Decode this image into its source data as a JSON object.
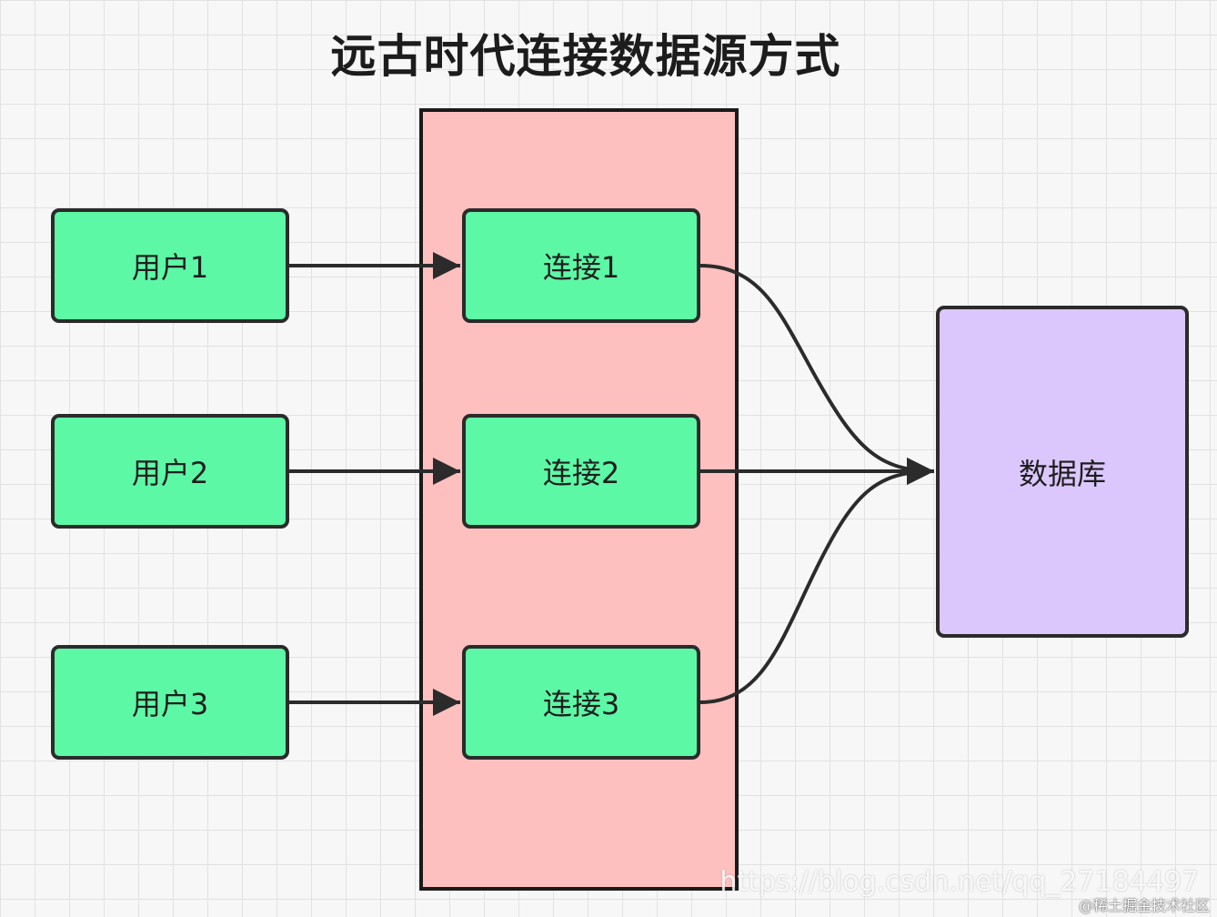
{
  "title": "远古时代连接数据源方式",
  "users": [
    "用户1",
    "用户2",
    "用户3"
  ],
  "connections": [
    "连接1",
    "连接2",
    "连接3"
  ],
  "database": "数据库",
  "watermark": "https://blog.csdn.net/qq_27184497",
  "credit": "@稀土掘金技术社区",
  "edges": [
    {
      "from": "用户1",
      "to": "连接1"
    },
    {
      "from": "用户2",
      "to": "连接2"
    },
    {
      "from": "用户3",
      "to": "连接3"
    },
    {
      "from": "连接1",
      "to": "数据库"
    },
    {
      "from": "连接2",
      "to": "数据库"
    },
    {
      "from": "连接3",
      "to": "数据库"
    }
  ],
  "colors": {
    "user_box": "#5cf8a6",
    "connection_box": "#5cf8a6",
    "pool": "#fdc0bf",
    "database_box": "#dcc7fd",
    "stroke": "#2b2b2b"
  }
}
